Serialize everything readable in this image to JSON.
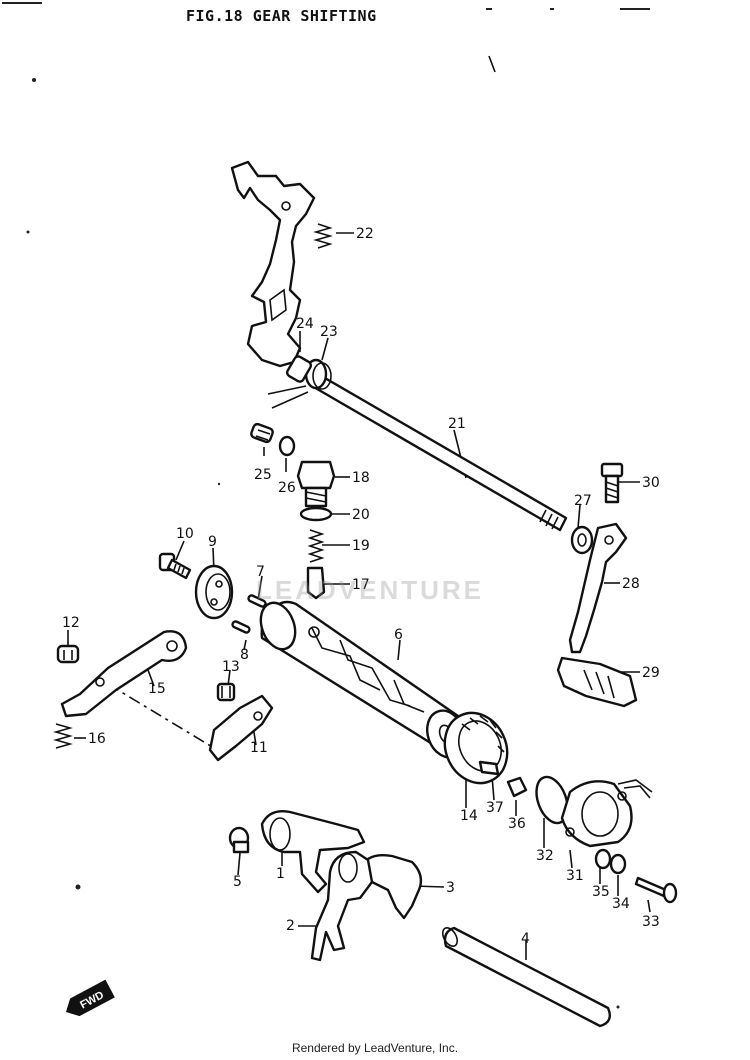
{
  "title": "FIG.18  GEAR SHIFTING",
  "footer": "Rendered by LeadVenture, Inc.",
  "watermark": "LEADVENTURE",
  "badge": "FWD",
  "callouts": [
    {
      "id": "p22",
      "text": "22"
    },
    {
      "id": "p24",
      "text": "24"
    },
    {
      "id": "p23",
      "text": "23"
    },
    {
      "id": "p21",
      "text": "21"
    },
    {
      "id": "p25",
      "text": "25"
    },
    {
      "id": "p26",
      "text": "26"
    },
    {
      "id": "p18",
      "text": "18"
    },
    {
      "id": "p20",
      "text": "20"
    },
    {
      "id": "p19",
      "text": "19"
    },
    {
      "id": "p17",
      "text": "17"
    },
    {
      "id": "p30",
      "text": "30"
    },
    {
      "id": "p27",
      "text": "27"
    },
    {
      "id": "p28",
      "text": "28"
    },
    {
      "id": "p29",
      "text": "29"
    },
    {
      "id": "p10",
      "text": "10"
    },
    {
      "id": "p9",
      "text": "9"
    },
    {
      "id": "p7",
      "text": "7"
    },
    {
      "id": "p8",
      "text": "8"
    },
    {
      "id": "p6",
      "text": "6"
    },
    {
      "id": "p12",
      "text": "12"
    },
    {
      "id": "p15",
      "text": "15"
    },
    {
      "id": "p13",
      "text": "13"
    },
    {
      "id": "p11",
      "text": "11"
    },
    {
      "id": "p16",
      "text": "16"
    },
    {
      "id": "p14",
      "text": "14"
    },
    {
      "id": "p37",
      "text": "37"
    },
    {
      "id": "p36",
      "text": "36"
    },
    {
      "id": "p32",
      "text": "32"
    },
    {
      "id": "p31",
      "text": "31"
    },
    {
      "id": "p35",
      "text": "35"
    },
    {
      "id": "p34",
      "text": "34"
    },
    {
      "id": "p33",
      "text": "33"
    },
    {
      "id": "p5",
      "text": "5"
    },
    {
      "id": "p1",
      "text": "1"
    },
    {
      "id": "p3",
      "text": "3"
    },
    {
      "id": "p2",
      "text": "2"
    },
    {
      "id": "p4",
      "text": "4"
    }
  ]
}
